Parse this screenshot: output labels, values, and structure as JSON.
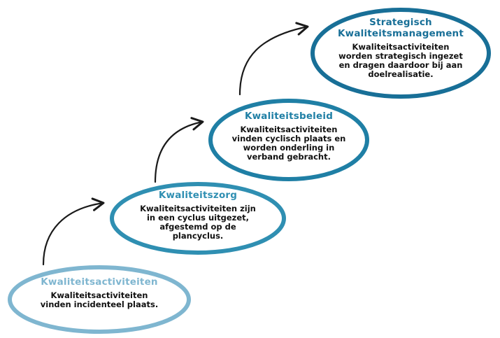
{
  "colors": {
    "stage1": "#7fb6d0",
    "stage2": "#2f8fb2",
    "stage3": "#1f7fa5",
    "stage4": "#186f97",
    "arrow": "#1a1a1a"
  },
  "stages": [
    {
      "title": "Kwaliteitsactiviteiten",
      "description": "Kwaliteitsactiviteiten vinden incidenteel plaats."
    },
    {
      "title": "Kwaliteitszorg",
      "description": "Kwaliteitsactiviteiten zijn in een cyclus uitgezet, afgestemd op de plancyclus."
    },
    {
      "title": "Kwaliteitsbeleid",
      "description": "Kwaliteitsactiviteiten vinden cyclisch plaats en worden onderling in verband gebracht."
    },
    {
      "title": "Strategisch Kwaliteitsmanagement",
      "description": "Kwaliteitsactiviteiten worden strategisch ingezet en dragen daardoor bij aan doelrealisatie."
    }
  ]
}
